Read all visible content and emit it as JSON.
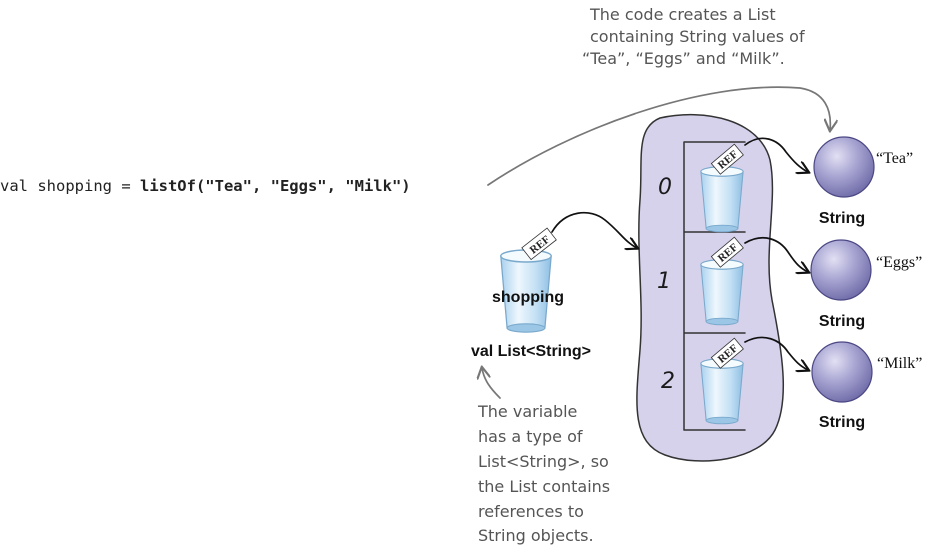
{
  "code": {
    "prefix": "val shopping = ",
    "call": "listOf(\"Tea\", \"Eggs\", \"Milk\")"
  },
  "top_note": {
    "lines": [
      "The code creates a List",
      "containing String values of",
      "“Tea”, “Eggs” and “Milk”."
    ]
  },
  "variable": {
    "ref_label": "REF",
    "name": "shopping",
    "type": "val List<String>"
  },
  "list": {
    "indices": [
      "0",
      "1",
      "2"
    ],
    "ref_label": "REF"
  },
  "strings": [
    {
      "value": "“Tea”",
      "type": "String"
    },
    {
      "value": "“Eggs”",
      "type": "String"
    },
    {
      "value": "“Milk”",
      "type": "String"
    }
  ],
  "bottom_note": {
    "lines": [
      "The variable",
      "has a type of",
      "List<String>, so",
      "the List contains",
      "references to",
      "String objects."
    ]
  },
  "colors": {
    "list_fill": "#d6d2ec",
    "cup_fill": "#cde6f6",
    "ball": "#8f8dbe"
  }
}
